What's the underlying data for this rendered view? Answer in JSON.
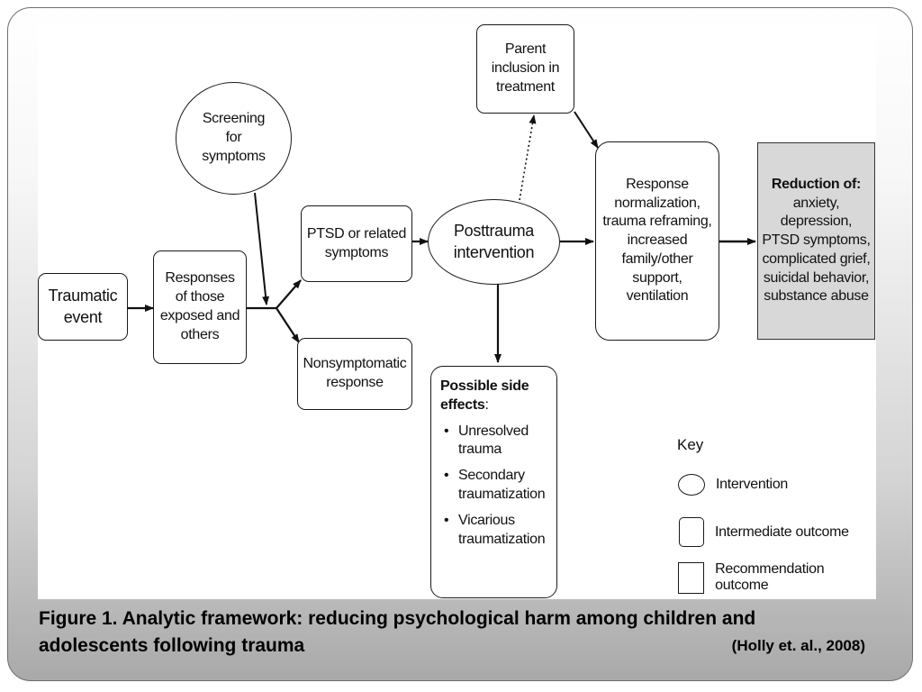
{
  "diagram": {
    "nodes": {
      "traumatic_event": "Traumatic\nevent",
      "responses": "Responses\nof those\nexposed and\nothers",
      "screening": "Screening\nfor\nsymptoms",
      "ptsd": "PTSD or related\nsymptoms",
      "nonsymptomatic": "Nonsymptomatic\nresponse",
      "posttrauma": "Posttrauma\nintervention",
      "parent_inclusion": "Parent\ninclusion in\ntreatment",
      "response_norm": "Response\nnormalization,\ntrauma reframing,\nincreased\nfamily/other\nsupport,\nventilation",
      "reduction_title": "Reduction of:",
      "reduction_items": "anxiety,\ndepression,\nPTSD symptoms,\ncomplicated grief,\nsuicidal behavior,\nsubstance abuse"
    },
    "side_effects": {
      "title": "Possible side\neffects",
      "title_suffix": ":",
      "items": [
        "Unresolved\ntrauma",
        "Secondary\ntraumatization",
        "Vicarious\ntraumatization"
      ]
    },
    "key": {
      "title": "Key",
      "intervention": "Intervention",
      "intermediate": "Intermediate outcome",
      "recommendation": "Recommendation outcome"
    }
  },
  "caption": {
    "text": "Figure 1. Analytic framework: reducing psychological harm among children and adolescents following trauma",
    "citation": "(Holly et. al., 2008)"
  }
}
